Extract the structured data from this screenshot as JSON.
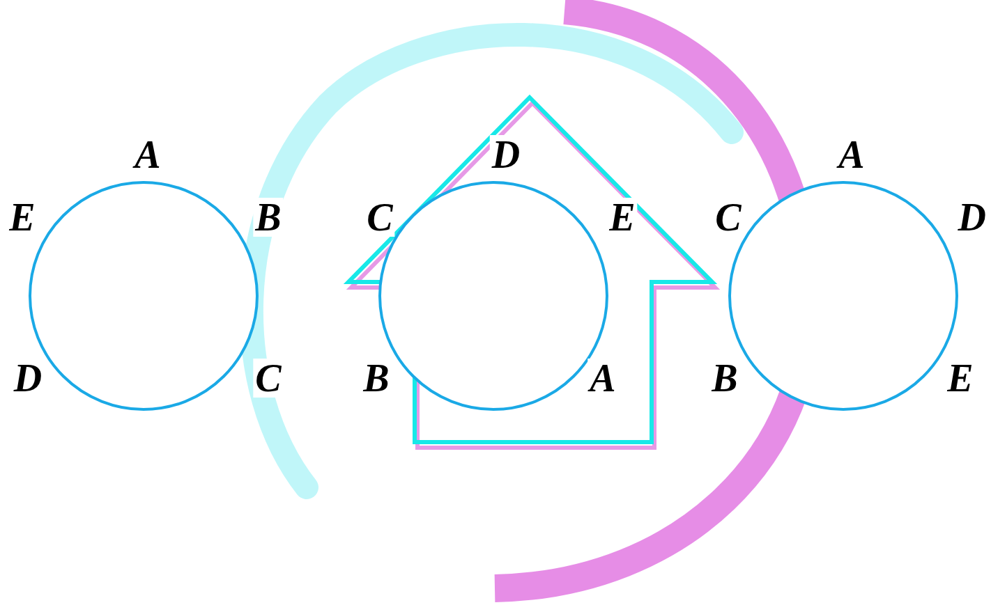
{
  "diagram": {
    "nodes": [
      {
        "text": [
          "A",
          "B",
          "C",
          "D",
          "E"
        ]
      },
      {
        "text": [
          "D",
          "E",
          "A",
          "B",
          "C"
        ]
      },
      {
        "text": [
          "A",
          "D",
          "E",
          "B",
          "C"
        ]
      }
    ]
  }
}
